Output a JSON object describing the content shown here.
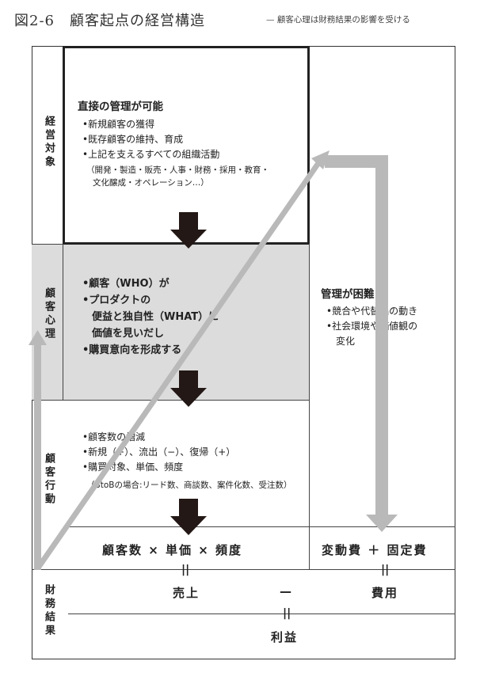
{
  "title": "図2-6　顧客起点の経営構造",
  "subtitle": "— 顧客心理は財務結果の影響を受ける",
  "side_labels": {
    "management_target": "経営対象",
    "customer_psychology": "顧客心理",
    "customer_behavior": "顧客行動",
    "financial_result": "財務結果"
  },
  "management": {
    "heading": "直接の管理が可能",
    "items": [
      "•新規顧客の獲得",
      "•既存顧客の維持、育成",
      "•上記を支えるすべての組織活動"
    ],
    "note_line1": "（開発・製造・販売・人事・財務・採用・教育・",
    "note_line2": "文化醸成・オペレーション…）"
  },
  "psychology": {
    "items": [
      "•顧客（WHO）が",
      "•プロダクトの",
      "便益と独自性（WHAT）に",
      "価値を見いだし",
      "•購買意向を形成する"
    ]
  },
  "difficult": {
    "heading": "管理が困難",
    "items": [
      "•競合や代替品の動き",
      "•社会環境や価値観の",
      "変化"
    ]
  },
  "behavior": {
    "items": [
      "•顧客数の増減",
      "•新規（+）、流出（−）、復帰（+）",
      "•購買対象、単価、頻度"
    ],
    "note": "（BtoBの場合:リード数、商談数、案件化数、受注数）"
  },
  "formula": {
    "left": "顧客数 × 単価 × 頻度",
    "right": "変動費 ＋ 固定費",
    "eq": "||",
    "sales": "売上",
    "minus": "—",
    "cost": "費用",
    "profit": "利益"
  }
}
